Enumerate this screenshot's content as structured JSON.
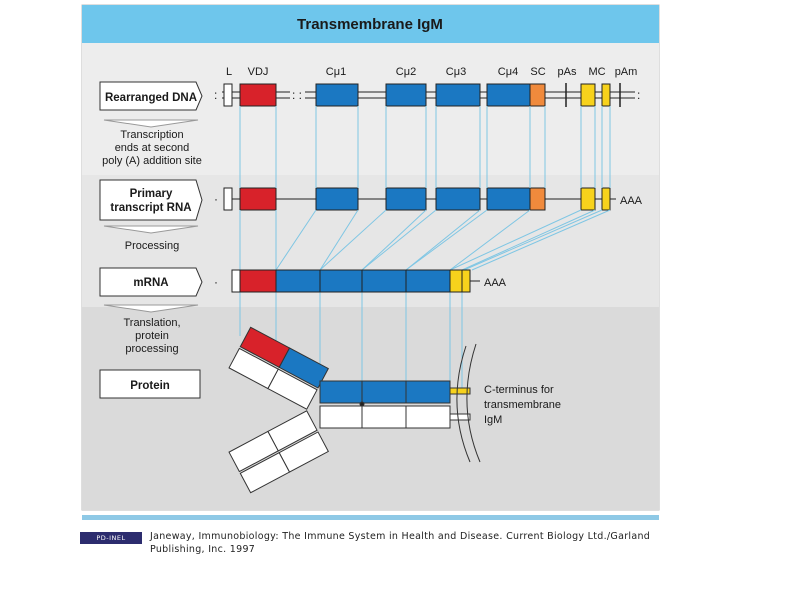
{
  "title": "Transmembrane IgM",
  "stages": {
    "dna": "Rearranged DNA",
    "primary_line1": "Primary",
    "primary_line2": "transcript RNA",
    "mrna": "mRNA",
    "protein": "Protein"
  },
  "steps": {
    "transcription": [
      "Transcription",
      "ends at second",
      "poly (A) addition site"
    ],
    "processing": "Processing",
    "translation": [
      "Translation,",
      "protein",
      "processing"
    ]
  },
  "gene_labels": {
    "L": "L",
    "VDJ": "VDJ",
    "cmu1": "Cμ1",
    "cmu2": "Cμ2",
    "cmu3": "Cμ3",
    "cmu4": "Cμ4",
    "SC": "SC",
    "pAs": "pAs",
    "MC": "MC",
    "pAm": "pAm"
  },
  "poly_a": "AAA",
  "cterm": [
    "C-terminus for",
    "transmembrane",
    "IgM"
  ],
  "citation": "Janeway, Immunobiology: The Immune System in Health and Disease. Current Biology Ltd./Garland Publishing, Inc. 1997",
  "badge": "PD-INEL",
  "colors": {
    "header": "#6ec6ec",
    "panel": "#eeeeee",
    "panel_alt": "#dcdcdc",
    "vdj": "#d8222a",
    "constant": "#1b78c2",
    "sc": "#f08a3c",
    "mc": "#f7d21c",
    "link": "#7fc6e4"
  }
}
